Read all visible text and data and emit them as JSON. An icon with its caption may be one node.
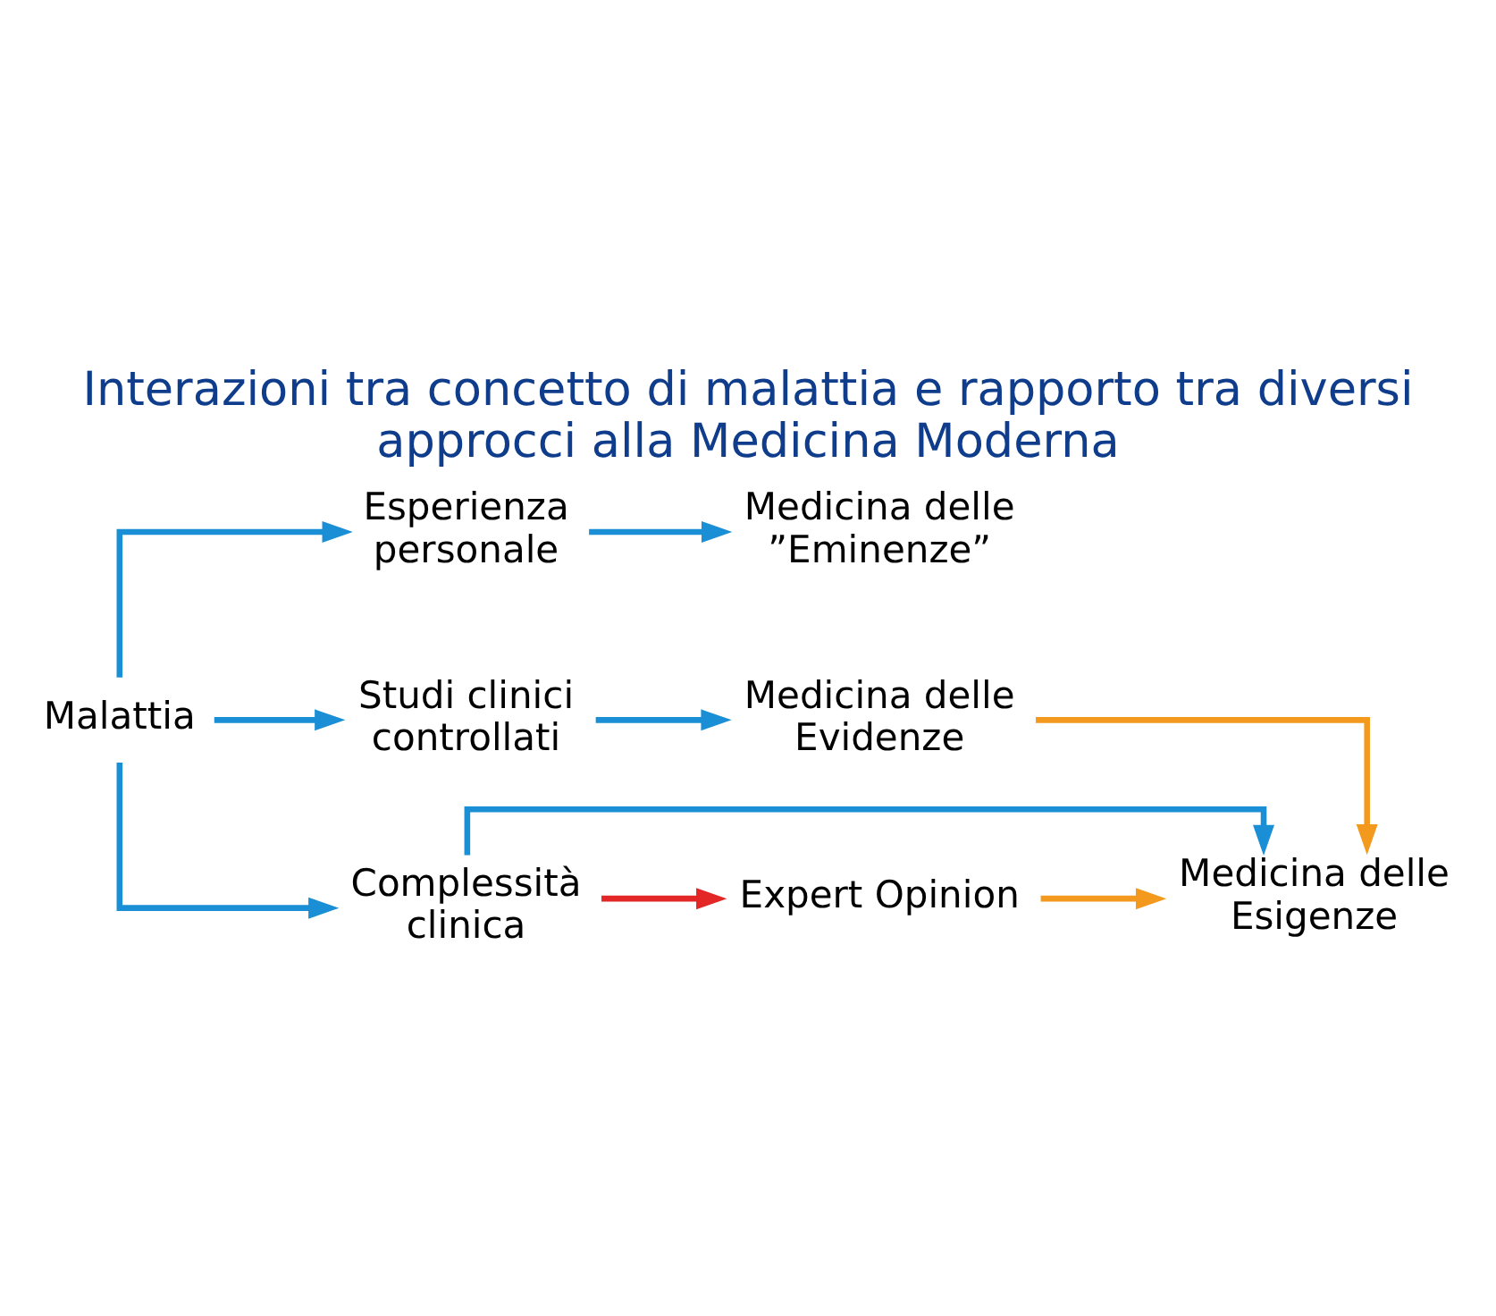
{
  "diagram": {
    "title": "Interazioni tra concetto di malattia e rapporto tra diversi approcci alla Medicina Moderna",
    "nodes": [
      {
        "text": [
          "Malattia"
        ]
      },
      {
        "text": [
          "Esperienza personale"
        ]
      },
      {
        "text": [
          "Medicina delle ”Eminenze”"
        ]
      },
      {
        "text": [
          "Studi clinici controllati"
        ]
      },
      {
        "text": [
          "Medicina delle Evidenze"
        ]
      },
      {
        "text": [
          "Complessità clinica"
        ]
      },
      {
        "text": [
          "Expert Opinion"
        ]
      },
      {
        "text": [
          "Medicina delle Esigenze"
        ]
      }
    ],
    "edges": [
      {
        "from": 0,
        "to": 1,
        "arrow": "to"
      },
      {
        "from": 1,
        "to": 2,
        "arrow": "to"
      },
      {
        "from": 0,
        "to": 3,
        "arrow": "to"
      },
      {
        "from": 3,
        "to": 4,
        "arrow": "to"
      },
      {
        "from": 4,
        "to": 7,
        "arrow": "to",
        "color": "#f39a1e"
      },
      {
        "from": 0,
        "to": 5,
        "arrow": "to"
      },
      {
        "from": 5,
        "to": 6,
        "arrow": "to",
        "color": "#e32626"
      },
      {
        "from": 6,
        "to": 7,
        "arrow": "to",
        "color": "#f39a1e"
      },
      {
        "from": 5,
        "to": 7,
        "arrow": "to"
      }
    ]
  }
}
